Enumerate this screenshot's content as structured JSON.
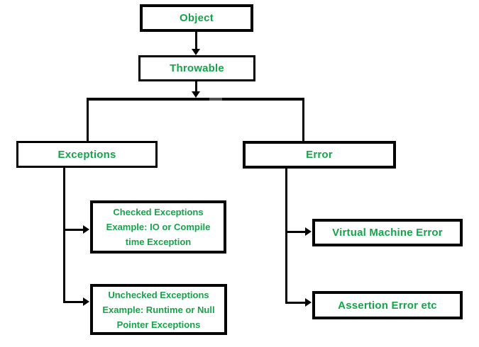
{
  "diagram": {
    "type": "hierarchy-flowchart",
    "colors": {
      "node_text": "#16a34a",
      "node_border": "#000000",
      "node_fill": "#ffffff",
      "line": "#000000"
    },
    "nodes": {
      "object": {
        "label": "Object"
      },
      "throwable": {
        "label": "Throwable"
      },
      "exceptions": {
        "label": "Exceptions"
      },
      "error": {
        "label": "Error"
      },
      "checked_exceptions": {
        "lines": [
          "Checked Exceptions",
          "Example: IO or Compile",
          "time Exception"
        ]
      },
      "unchecked_exceptions": {
        "lines": [
          "Unchecked Exceptions",
          "Example: Runtime or Null",
          "Pointer Exceptions"
        ]
      },
      "virtual_machine_error": {
        "label": "Virtual Machine Error"
      },
      "assertion_error": {
        "label": "Assertion Error etc"
      }
    },
    "edges": [
      {
        "from": "object",
        "to": "throwable",
        "arrowhead": true
      },
      {
        "from": "throwable",
        "to": "branch-junction",
        "arrowhead": true
      },
      {
        "from": "branch-junction",
        "to": "exceptions",
        "arrowhead": false
      },
      {
        "from": "branch-junction",
        "to": "error",
        "arrowhead": false
      },
      {
        "from": "exceptions",
        "to": "checked_exceptions",
        "arrowhead": true
      },
      {
        "from": "exceptions",
        "to": "unchecked_exceptions",
        "arrowhead": true
      },
      {
        "from": "error",
        "to": "virtual_machine_error",
        "arrowhead": true
      },
      {
        "from": "error",
        "to": "assertion_error",
        "arrowhead": true
      }
    ]
  }
}
